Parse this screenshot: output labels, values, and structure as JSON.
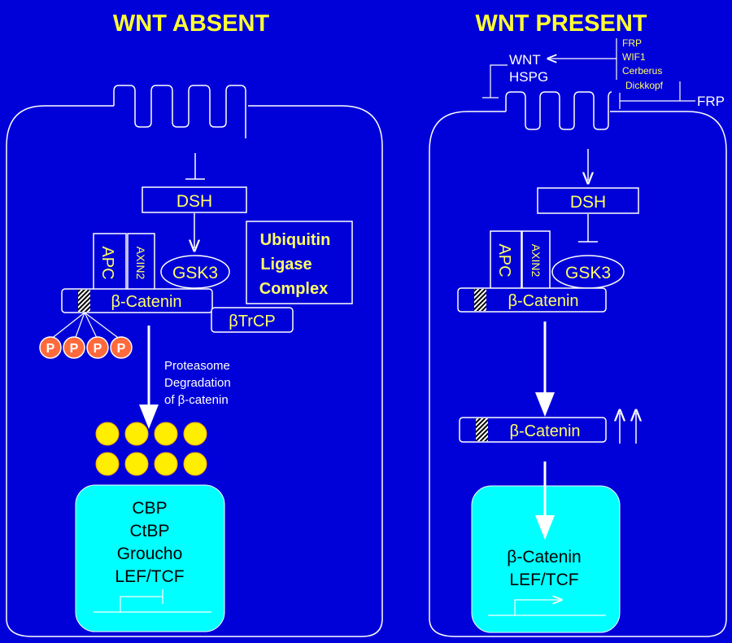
{
  "left": {
    "title": "WNT  ABSENT",
    "dsh": "DSH",
    "apc": "APC",
    "axin2": "AXIN2",
    "gsk3": "GSK3",
    "catenin": "β-Catenin",
    "btrcp": "βTrCP",
    "ubiquitin": [
      "Ubiquitin",
      "Ligase",
      "Complex"
    ],
    "phospho": [
      "P",
      "P",
      "P",
      "P"
    ],
    "proteasome": [
      "Proteasome",
      "Degradation",
      "of β-catenin"
    ],
    "nucleus": [
      "CBP",
      "CtBP",
      "Groucho",
      "LEF/TCF"
    ]
  },
  "right": {
    "title": "WNT  PRESENT",
    "wnt": "WNT",
    "hspg": "HSPG",
    "inhibitors": [
      "FRP",
      "WIF1",
      "Cerberus",
      "Dickkopf"
    ],
    "frp": "FRP",
    "dsh": "DSH",
    "apc": "APC",
    "axin2": "AXIN2",
    "gsk3": "GSK3",
    "catenin": "β-Catenin",
    "catenin2": "β-Catenin",
    "nucleus": [
      "β-Catenin",
      "LEF/TCF"
    ]
  },
  "colors": {
    "background": "#0000d8",
    "title": "#ffff33",
    "label": "#ffff66",
    "line": "#ffffff",
    "nucleus": "#00ffff",
    "phospho": "#ff6a3d",
    "dots": "#ffee00"
  }
}
